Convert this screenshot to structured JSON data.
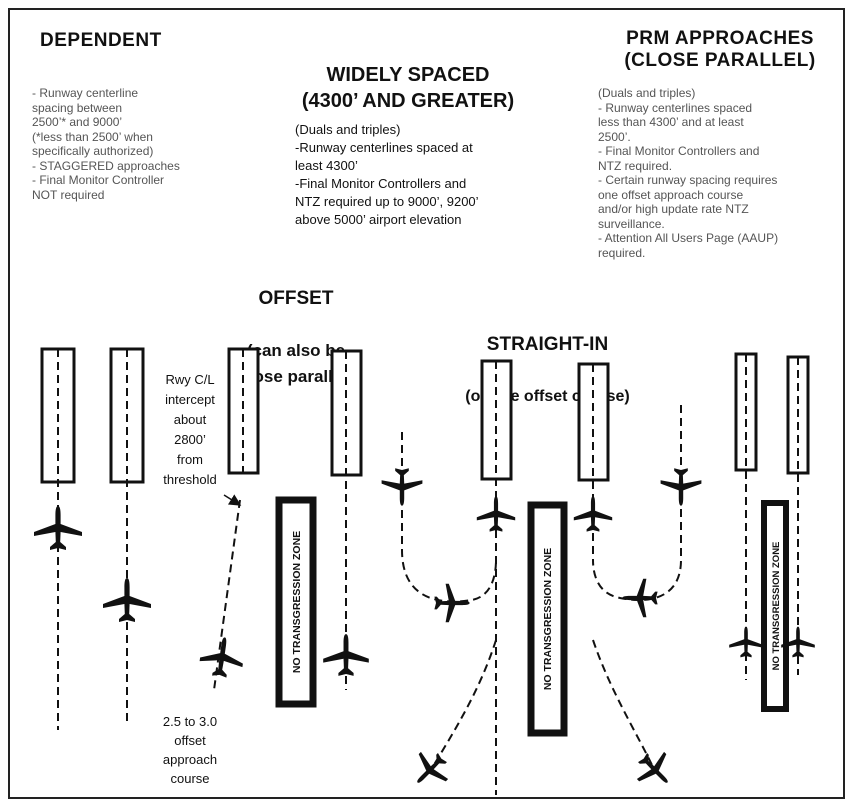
{
  "headings": {
    "dependent": "DEPENDENT",
    "prm": "PRM APPROACHES\n(CLOSE PARALLEL)",
    "widely_spaced": "WIDELY SPACED\n(4300’ AND GREATER)"
  },
  "dependent_notes": "- Runway centerline\n  spacing between\n  2500’* and 9000’\n  (*less than 2500’ when\n  specifically authorized)\n- STAGGERED approaches\n- Final Monitor Controller\n  NOT required",
  "prm_notes": "(Duals and triples)\n- Runway centerlines spaced\n  less than 4300’ and at least\n  2500’.\n- Final Monitor Controllers and\n  NTZ required.\n- Certain runway spacing requires\n  one offset approach course\n  and/or high update rate NTZ\n  surveillance.\n- Attention All Users Page (AAUP)\n  required.",
  "widely_spaced_notes": "      (Duals and triples)\n-Runway centerlines spaced at\nleast 4300’\n-Final Monitor Controllers and\nNTZ required up to 9000’, 9200’\nabove 5000’ airport elevation",
  "offset": {
    "title": "OFFSET",
    "subtitle": "(can also be\nclose parallel)"
  },
  "straight_in": {
    "title": "STRAIGHT-IN",
    "subtitle": "(or one offset course)"
  },
  "intercept_label": "Rwy C/L\nintercept\nabout\n2800’\nfrom\nthreshold",
  "offset_course_label": "2.5 to 3.0\noffset\napproach\ncourse",
  "ntz_label": "NO TRANSGRESSION ZONE"
}
